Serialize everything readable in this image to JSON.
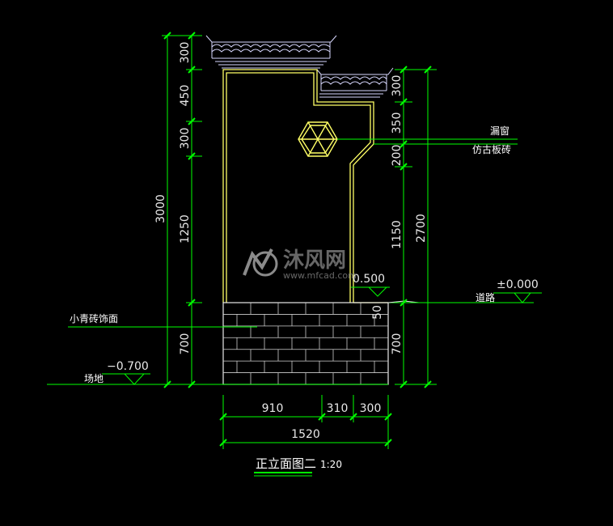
{
  "dimensions_left": {
    "d1": "300",
    "d2": "450",
    "d3": "300",
    "d4": "1250",
    "d5": "700",
    "total": "3000"
  },
  "dimensions_right": {
    "d1": "300",
    "d2": "350",
    "d3": "200",
    "d4": "1150",
    "d5": "700",
    "total": "2700",
    "step": "50"
  },
  "dimensions_bottom": {
    "d1": "910",
    "d2": "310",
    "d3": "300",
    "total": "1520"
  },
  "labels": {
    "leak_window": "漏窗",
    "antique_brick": "仿古板砖",
    "road": "道路",
    "small_blue_brick": "小青砖饰面",
    "site": "场地"
  },
  "levels": {
    "road": "±0.000",
    "site": "−0.700",
    "step": "0.500"
  },
  "drawing": {
    "title": "正立面图二",
    "scale": "1:20"
  },
  "watermark": {
    "text": "沐风网",
    "url": "www.mfcad.com"
  },
  "colors": {
    "dimension": "#00ff00",
    "outline": "#ffff66",
    "roof": "#d9d9ff",
    "brick": "#ffffff",
    "text": "#ffffff"
  }
}
